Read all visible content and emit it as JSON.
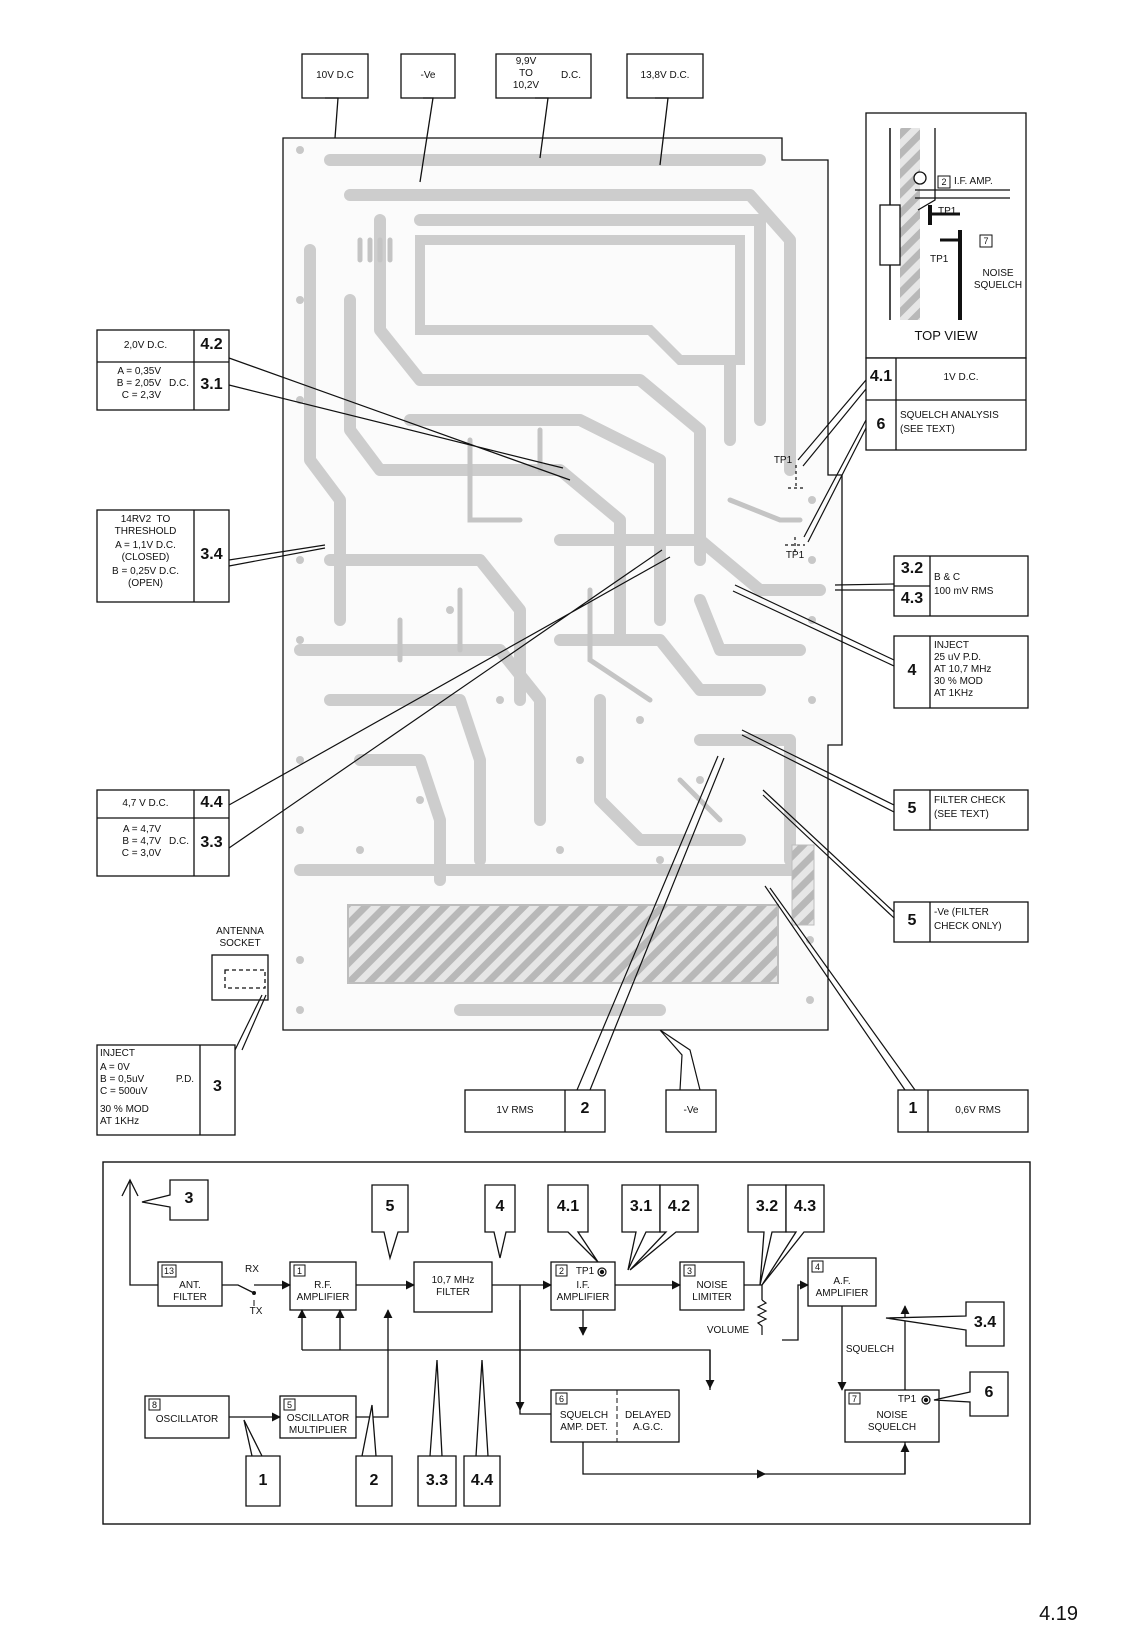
{
  "top_labels": {
    "v10": "10V D.C",
    "neg_ve": "-Ve",
    "v99_a": "9,9V",
    "v99_b": "TO",
    "v99_c": "10,2V",
    "v99_dc": "D.C.",
    "v138": "13,8V D.C."
  },
  "top_view": {
    "title": "TOP VIEW",
    "if_num": "2",
    "if_label": "I.F. AMP.",
    "tp1_a": "TP1",
    "tp1_b": "TP1",
    "ns_num": "7",
    "ns_label_a": "NOISE",
    "ns_label_b": "SQUELCH"
  },
  "left_callouts": {
    "c42_text": "2,0V D.C.",
    "c42_num": "4.2",
    "c31_a": "A = 0,35V",
    "c31_b": "B = 2,05V",
    "c31_c": "C = 2,3V",
    "c31_dc": "D.C.",
    "c31_num": "3.1",
    "c34_a": "14RV2  TO",
    "c34_b": "THRESHOLD",
    "c34_c": "A = 1,1V D.C.",
    "c34_d": "(CLOSED)",
    "c34_e": "B = 0,25V D.C.",
    "c34_f": "(OPEN)",
    "c34_num": "3.4",
    "c44_text": "4,7 V D.C.",
    "c44_num": "4.4",
    "c33_a": "A = 4,7V",
    "c33_b": "B = 4,7V",
    "c33_c": "C = 3,0V",
    "c33_dc": "D.C.",
    "c33_num": "3.3",
    "antenna_a": "ANTENNA",
    "antenna_b": "SOCKET",
    "c3_a": "INJECT",
    "c3_b": "A = 0V",
    "c3_c": "B = 0,5uV",
    "c3_d": "C = 500uV",
    "c3_pd": "P.D.",
    "c3_e": "30 % MOD",
    "c3_f": "AT 1KHz",
    "c3_num": "3"
  },
  "right_callouts": {
    "c41_num": "4.1",
    "c41_text": "1V D.C.",
    "c6_num": "6",
    "c6_a": "SQUELCH ANALYSIS",
    "c6_b": "(SEE TEXT)",
    "tp1_c": "TP1",
    "tp1_d": "TP1",
    "c32_num": "3.2",
    "c43_num": "4.3",
    "c32_a": "B & C",
    "c32_b": "100 mV RMS",
    "c4_num": "4",
    "c4_a": "INJECT",
    "c4_b": "25 uV P.D.",
    "c4_c": "AT 10,7 MHz",
    "c4_d": "30 % MOD",
    "c4_e": "AT 1KHz",
    "c5a_num": "5",
    "c5a_a": "FILTER CHECK",
    "c5a_b": "(SEE TEXT)",
    "c5b_num": "5",
    "c5b_a": "-Ve (FILTER",
    "c5b_b": "CHECK ONLY)"
  },
  "bottom_callouts": {
    "rms1": "1V RMS",
    "rms1_num": "2",
    "neg_ve2": "-Ve",
    "rms06_num": "1",
    "rms06": "0,6V RMS"
  },
  "block_diagram": {
    "ant_num": "13",
    "ant_a": "ANT.",
    "ant_b": "FILTER",
    "rx": "RX",
    "tx": "TX",
    "rf_num": "1",
    "rf_a": "R.F.",
    "rf_b": "AMPLIFIER",
    "filt_a": "10,7 MHz",
    "filt_b": "FILTER",
    "if_num": "2",
    "if_tp": "TP1",
    "if_a": "I.F.",
    "if_b": "AMPLIFIER",
    "nl_num": "3",
    "nl_a": "NOISE",
    "nl_b": "LIMITER",
    "af_num": "4",
    "af_a": "A.F.",
    "af_b": "AMPLIFIER",
    "volume": "VOLUME",
    "squelch": "SQUELCH",
    "osc_num": "8",
    "osc": "OSCILLATOR",
    "om_num": "5",
    "om_a": "OSCILLATOR",
    "om_b": "MULTIPLIER",
    "sq_num": "6",
    "sq_a": "SQUELCH",
    "sq_b": "AMP. DET.",
    "dagc_a": "DELAYED",
    "dagc_b": "A.G.C.",
    "ns_num": "7",
    "ns_tp": "TP1",
    "ns_a": "NOISE",
    "ns_b": "SQUELCH",
    "flags": {
      "f3": "3",
      "f5": "5",
      "f4": "4",
      "f41": "4.1",
      "f31": "3.1",
      "f42": "4.2",
      "f32": "3.2",
      "f43": "4.3",
      "f34": "3.4",
      "f6": "6",
      "f1": "1",
      "f2": "2",
      "f33": "3.3",
      "f44": "4.4"
    }
  },
  "page_number": "4.19",
  "colors": {
    "ink": "#111111",
    "trace": "#cfcfcf",
    "trace_dark": "#b5b5b5"
  }
}
